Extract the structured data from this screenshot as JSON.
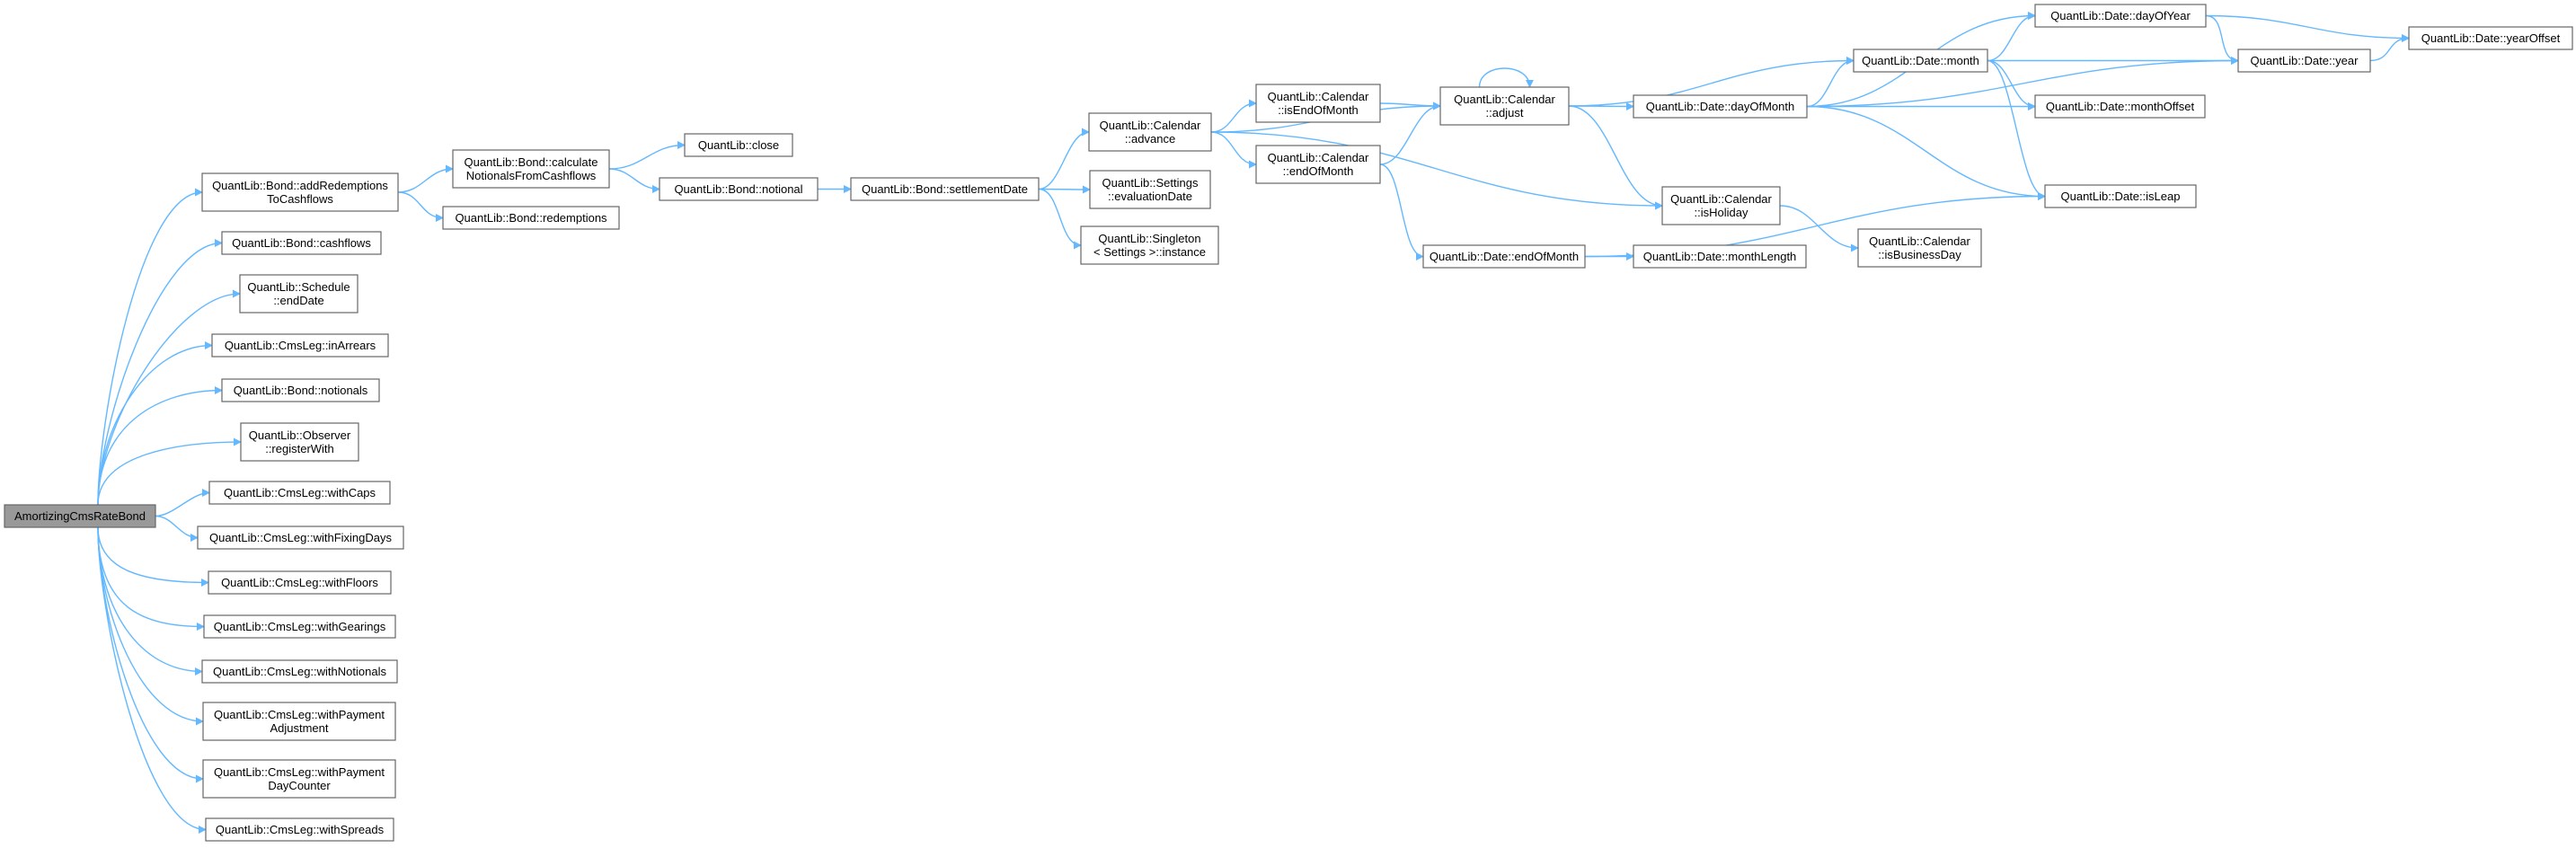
{
  "diagram": {
    "colors": {
      "edge": "#63b8ff",
      "node_border": "#666666",
      "node_fill": "#ffffff",
      "root_fill": "#999999",
      "text": "#000000"
    },
    "nodes": [
      {
        "id": "root",
        "lines": [
          "AmortizingCmsRateBond"
        ],
        "root": true
      },
      {
        "id": "addRed",
        "lines": [
          "QuantLib::Bond::addRedemptions",
          "ToCashflows"
        ]
      },
      {
        "id": "cashflows",
        "lines": [
          "QuantLib::Bond::cashflows"
        ]
      },
      {
        "id": "endDate",
        "lines": [
          "QuantLib::Schedule",
          "::endDate"
        ]
      },
      {
        "id": "inArrears",
        "lines": [
          "QuantLib::CmsLeg::inArrears"
        ]
      },
      {
        "id": "notionals",
        "lines": [
          "QuantLib::Bond::notionals"
        ]
      },
      {
        "id": "registerWith",
        "lines": [
          "QuantLib::Observer",
          "::registerWith"
        ]
      },
      {
        "id": "withCaps",
        "lines": [
          "QuantLib::CmsLeg::withCaps"
        ]
      },
      {
        "id": "withFixingDays",
        "lines": [
          "QuantLib::CmsLeg::withFixingDays"
        ]
      },
      {
        "id": "withFloors",
        "lines": [
          "QuantLib::CmsLeg::withFloors"
        ]
      },
      {
        "id": "withGearings",
        "lines": [
          "QuantLib::CmsLeg::withGearings"
        ]
      },
      {
        "id": "withNotionals",
        "lines": [
          "QuantLib::CmsLeg::withNotionals"
        ]
      },
      {
        "id": "withPaymentAdj",
        "lines": [
          "QuantLib::CmsLeg::withPayment",
          "Adjustment"
        ]
      },
      {
        "id": "withPaymentDC",
        "lines": [
          "QuantLib::CmsLeg::withPayment",
          "DayCounter"
        ]
      },
      {
        "id": "withSpreads",
        "lines": [
          "QuantLib::CmsLeg::withSpreads"
        ]
      },
      {
        "id": "calcNotionals",
        "lines": [
          "QuantLib::Bond::calculate",
          "NotionalsFromCashflows"
        ]
      },
      {
        "id": "redemptions",
        "lines": [
          "QuantLib::Bond::redemptions"
        ]
      },
      {
        "id": "close",
        "lines": [
          "QuantLib::close"
        ]
      },
      {
        "id": "notional",
        "lines": [
          "QuantLib::Bond::notional"
        ]
      },
      {
        "id": "settlementDate",
        "lines": [
          "QuantLib::Bond::settlementDate"
        ]
      },
      {
        "id": "advance",
        "lines": [
          "QuantLib::Calendar",
          "::advance"
        ]
      },
      {
        "id": "evaluationDate",
        "lines": [
          "QuantLib::Settings",
          "::evaluationDate"
        ]
      },
      {
        "id": "instance",
        "lines": [
          "QuantLib::Singleton",
          "< Settings >::instance"
        ]
      },
      {
        "id": "isEndOfMonth",
        "lines": [
          "QuantLib::Calendar",
          "::isEndOfMonth"
        ]
      },
      {
        "id": "calEndOfMonth",
        "lines": [
          "QuantLib::Calendar",
          "::endOfMonth"
        ]
      },
      {
        "id": "adjust",
        "lines": [
          "QuantLib::Calendar",
          "::adjust"
        ]
      },
      {
        "id": "dateEndOfMonth",
        "lines": [
          "QuantLib::Date::endOfMonth"
        ]
      },
      {
        "id": "dayOfMonth",
        "lines": [
          "QuantLib::Date::dayOfMonth"
        ]
      },
      {
        "id": "isHoliday",
        "lines": [
          "QuantLib::Calendar",
          "::isHoliday"
        ]
      },
      {
        "id": "monthLength",
        "lines": [
          "QuantLib::Date::monthLength"
        ]
      },
      {
        "id": "month",
        "lines": [
          "QuantLib::Date::month"
        ]
      },
      {
        "id": "dayOfYear",
        "lines": [
          "QuantLib::Date::dayOfYear"
        ]
      },
      {
        "id": "year",
        "lines": [
          "QuantLib::Date::year"
        ]
      },
      {
        "id": "monthOffset",
        "lines": [
          "QuantLib::Date::monthOffset"
        ]
      },
      {
        "id": "isLeap",
        "lines": [
          "QuantLib::Date::isLeap"
        ]
      },
      {
        "id": "isBusinessDay",
        "lines": [
          "QuantLib::Calendar",
          "::isBusinessDay"
        ]
      },
      {
        "id": "yearOffset",
        "lines": [
          "QuantLib::Date::yearOffset"
        ]
      }
    ],
    "edges": [
      [
        "root",
        "addRed"
      ],
      [
        "root",
        "cashflows"
      ],
      [
        "root",
        "endDate"
      ],
      [
        "root",
        "inArrears"
      ],
      [
        "root",
        "notionals"
      ],
      [
        "root",
        "registerWith"
      ],
      [
        "root",
        "withCaps"
      ],
      [
        "root",
        "withFixingDays"
      ],
      [
        "root",
        "withFloors"
      ],
      [
        "root",
        "withGearings"
      ],
      [
        "root",
        "withNotionals"
      ],
      [
        "root",
        "withPaymentAdj"
      ],
      [
        "root",
        "withPaymentDC"
      ],
      [
        "root",
        "withSpreads"
      ],
      [
        "addRed",
        "calcNotionals"
      ],
      [
        "addRed",
        "redemptions"
      ],
      [
        "calcNotionals",
        "close"
      ],
      [
        "calcNotionals",
        "notional"
      ],
      [
        "notional",
        "settlementDate"
      ],
      [
        "settlementDate",
        "advance"
      ],
      [
        "settlementDate",
        "evaluationDate"
      ],
      [
        "settlementDate",
        "instance"
      ],
      [
        "advance",
        "adjust"
      ],
      [
        "advance",
        "isEndOfMonth"
      ],
      [
        "advance",
        "calEndOfMonth"
      ],
      [
        "advance",
        "isHoliday"
      ],
      [
        "isEndOfMonth",
        "adjust"
      ],
      [
        "calEndOfMonth",
        "adjust"
      ],
      [
        "calEndOfMonth",
        "dateEndOfMonth"
      ],
      [
        "adjust",
        "adjust"
      ],
      [
        "adjust",
        "month"
      ],
      [
        "adjust",
        "dayOfMonth"
      ],
      [
        "adjust",
        "isHoliday"
      ],
      [
        "dateEndOfMonth",
        "monthLength"
      ],
      [
        "dateEndOfMonth",
        "isLeap"
      ],
      [
        "dayOfMonth",
        "dayOfYear"
      ],
      [
        "dayOfMonth",
        "month"
      ],
      [
        "dayOfMonth",
        "monthOffset"
      ],
      [
        "dayOfMonth",
        "year"
      ],
      [
        "dayOfMonth",
        "isLeap"
      ],
      [
        "month",
        "dayOfYear"
      ],
      [
        "month",
        "year"
      ],
      [
        "month",
        "monthOffset"
      ],
      [
        "month",
        "isLeap"
      ],
      [
        "dayOfYear",
        "year"
      ],
      [
        "dayOfYear",
        "yearOffset"
      ],
      [
        "year",
        "yearOffset"
      ],
      [
        "isHoliday",
        "isBusinessDay"
      ]
    ]
  }
}
